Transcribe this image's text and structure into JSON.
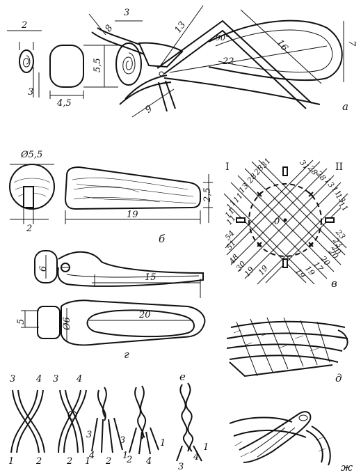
{
  "panels": {
    "a": {
      "letter": "а",
      "dims": {
        "d2": "2",
        "d3_left": "3",
        "d4_5": "4,5",
        "d5_5": "5,5",
        "d3_top": "3",
        "d8": "8",
        "d13": "13",
        "d9": "9",
        "d22": "22",
        "d16": "16",
        "d7": "7",
        "angle": "90°"
      }
    },
    "b": {
      "letter": "б",
      "dims": {
        "diameter": "Ø5,5",
        "d2": "2",
        "d19": "19",
        "d2_5": "2,5"
      }
    },
    "v": {
      "letter": "в",
      "roman_left": "I",
      "roman_right": "II",
      "center": "0",
      "top_numbers_left": [
        "11",
        "13",
        "28",
        "28",
        "31"
      ],
      "top_numbers_right": [
        "31",
        "28",
        "28",
        "13",
        "11"
      ],
      "left_numbers": [
        "11",
        "11",
        "11",
        "54",
        "51",
        "48"
      ],
      "bottom_numbers": [
        "30",
        "19",
        "19",
        "19",
        "19",
        "17",
        "20",
        "20"
      ],
      "right_numbers": [
        "13",
        "11",
        "23",
        "23",
        "20"
      ]
    },
    "g": {
      "letter": "г",
      "dims": {
        "d6": "6",
        "d15": "15"
      }
    },
    "e": {
      "letter": "е",
      "dims": {
        "d5": "5",
        "d6": "Ø6",
        "d20": "20"
      }
    },
    "d": {
      "letter": "д"
    },
    "zh": {
      "letter": "ж"
    },
    "braids": [
      {
        "top": [
          "3",
          "4"
        ],
        "bottom": [
          "1",
          "2"
        ]
      },
      {
        "top": [
          "3",
          "4"
        ],
        "bottom": [
          "2",
          "1"
        ]
      },
      {
        "top": [],
        "bottom": [
          "3",
          "4",
          "2",
          "1"
        ]
      },
      {
        "top": [],
        "bottom": [
          "3",
          "2",
          "4",
          "1"
        ]
      },
      {
        "top": [],
        "bottom": [
          "3",
          "4",
          "1"
        ]
      }
    ]
  }
}
